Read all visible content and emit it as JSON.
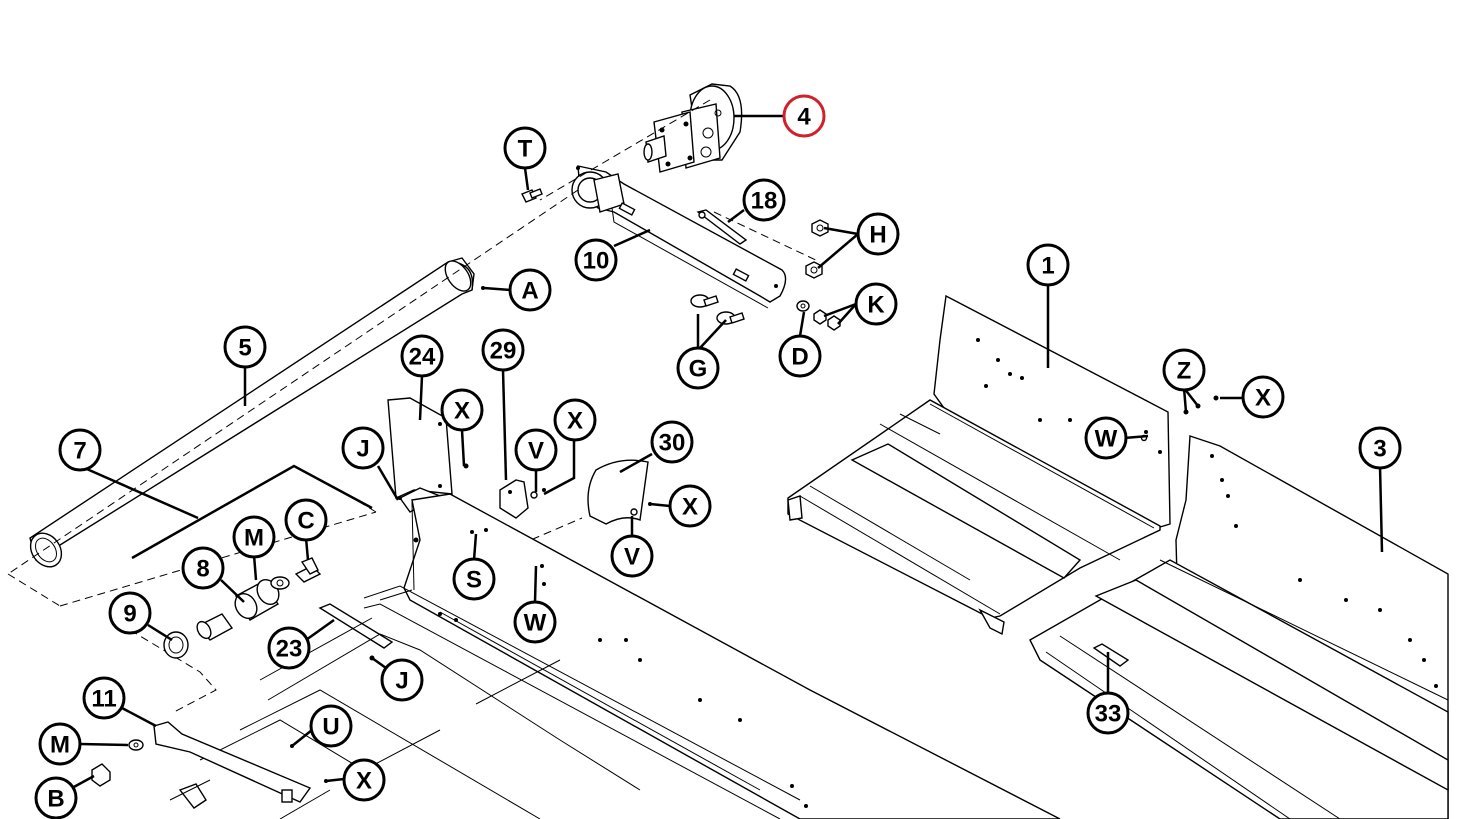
{
  "highlight_color": "#d0202a",
  "callouts": [
    {
      "id": "c-4",
      "label": "4",
      "highlight": true
    },
    {
      "id": "c-T",
      "label": "T"
    },
    {
      "id": "c-18",
      "label": "18"
    },
    {
      "id": "c-H",
      "label": "H"
    },
    {
      "id": "c-10",
      "label": "10"
    },
    {
      "id": "c-A",
      "label": "A"
    },
    {
      "id": "c-K",
      "label": "K"
    },
    {
      "id": "c-1",
      "label": "1"
    },
    {
      "id": "c-5",
      "label": "5"
    },
    {
      "id": "c-24",
      "label": "24"
    },
    {
      "id": "c-29",
      "label": "29"
    },
    {
      "id": "c-G",
      "label": "G"
    },
    {
      "id": "c-D",
      "label": "D"
    },
    {
      "id": "c-Z",
      "label": "Z"
    },
    {
      "id": "c-X1",
      "label": "X"
    },
    {
      "id": "c-X2",
      "label": "X"
    },
    {
      "id": "c-X3",
      "label": "X"
    },
    {
      "id": "c-W1",
      "label": "W"
    },
    {
      "id": "c-3",
      "label": "3"
    },
    {
      "id": "c-7",
      "label": "7"
    },
    {
      "id": "c-J1",
      "label": "J"
    },
    {
      "id": "c-V1",
      "label": "V"
    },
    {
      "id": "c-30",
      "label": "30"
    },
    {
      "id": "c-X4",
      "label": "X"
    },
    {
      "id": "c-M1",
      "label": "M"
    },
    {
      "id": "c-C",
      "label": "C"
    },
    {
      "id": "c-8",
      "label": "8"
    },
    {
      "id": "c-V2",
      "label": "V"
    },
    {
      "id": "c-S",
      "label": "S"
    },
    {
      "id": "c-9",
      "label": "9"
    },
    {
      "id": "c-W2",
      "label": "W"
    },
    {
      "id": "c-23",
      "label": "23"
    },
    {
      "id": "c-J2",
      "label": "J"
    },
    {
      "id": "c-33",
      "label": "33"
    },
    {
      "id": "c-11",
      "label": "11"
    },
    {
      "id": "c-U",
      "label": "U"
    },
    {
      "id": "c-M2",
      "label": "M"
    },
    {
      "id": "c-X5",
      "label": "X"
    },
    {
      "id": "c-B",
      "label": "B"
    }
  ]
}
